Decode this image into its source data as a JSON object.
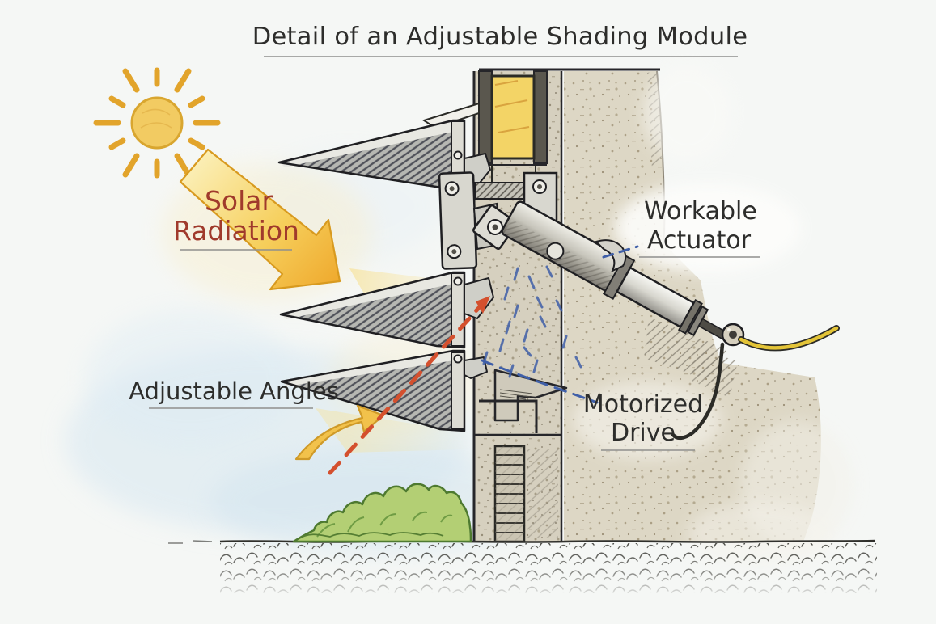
{
  "title": {
    "text": "Detail of an Adjustable Shading Module"
  },
  "labels": {
    "solar_radiation": {
      "line1": "Solar",
      "line2": "Radiation"
    },
    "adjustable_angles": {
      "text": "Adjustable Angles"
    },
    "workable_actuator": {
      "line1": "Workable",
      "line2": "Actuator"
    },
    "motorized_drive": {
      "line1": "Motorized",
      "line2": "Drive"
    }
  },
  "colors": {
    "label_ink": "#2d2d2b",
    "solar_label": "#a03a2c",
    "underline": "#8f8f8d",
    "sun_fill": "#f2cb62",
    "sun_stroke": "#d9a62f",
    "sun_ray": "#e2a42b",
    "dashed_orange": "#d4502e",
    "dashed_blue": "#3f5fa8",
    "cable_yellow": "#e3c437",
    "glass_yellow": "#f3d466",
    "grass_green": "#b3cf74",
    "outline_ink": "#1f1f22"
  },
  "icons": {
    "sun": "sun-icon",
    "solar_arrow": "solar-radiation-arrow-icon",
    "tilt_arrow": "tilt-adjust-arrow-icon"
  }
}
